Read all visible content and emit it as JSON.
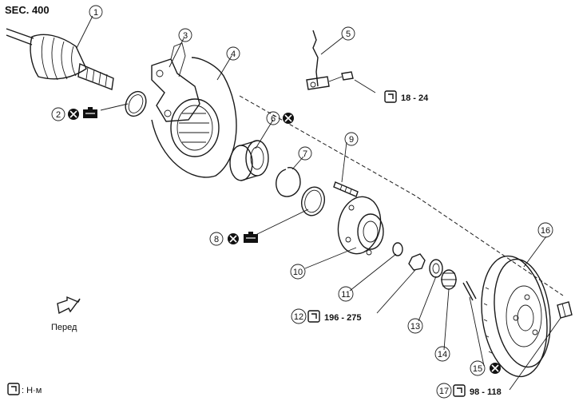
{
  "section_label": "SEC. 400",
  "callouts": [
    {
      "num": "1"
    },
    {
      "num": "2"
    },
    {
      "num": "3"
    },
    {
      "num": "4"
    },
    {
      "num": "5"
    },
    {
      "num": "6"
    },
    {
      "num": "7"
    },
    {
      "num": "8"
    },
    {
      "num": "9"
    },
    {
      "num": "10"
    },
    {
      "num": "11"
    },
    {
      "num": "12"
    },
    {
      "num": "13"
    },
    {
      "num": "14"
    },
    {
      "num": "15"
    },
    {
      "num": "16"
    },
    {
      "num": "17"
    }
  ],
  "torque_specs": {
    "part5": "18 - 24",
    "part12": "196 - 275",
    "part17": "98 - 118"
  },
  "front_label": "Перед",
  "legend_unit": ": Н·м"
}
